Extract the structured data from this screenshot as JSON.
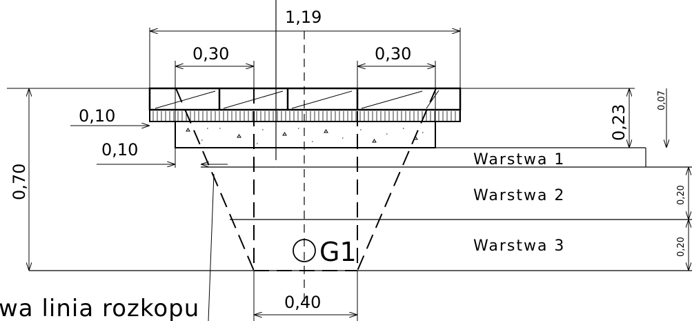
{
  "dimensions": {
    "total_width": "1,19",
    "top_left_width": "0,30",
    "top_right_width": "0,30",
    "left_offset_upper": "0,10",
    "left_offset_lower": "0,10",
    "total_depth": "0,70",
    "pavement_depth": "0,23",
    "top_layer_depth": "0,07",
    "layer2_depth": "0,20",
    "layer3_depth": "0,20",
    "bottom_width": "0,40"
  },
  "layers": [
    "Warstwa 1",
    "Warstwa 2",
    "Warstwa 3"
  ],
  "pipe_label": "G1",
  "excavation_label": "wa linia rozkopu"
}
